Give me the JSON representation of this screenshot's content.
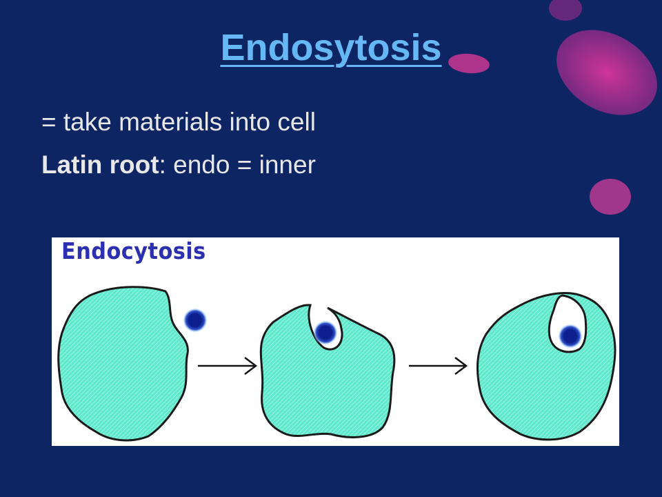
{
  "slide": {
    "title": "Endosytosis",
    "definition": "= take materials into cell",
    "root_label": "Latin root",
    "root_text": ": endo = inner"
  },
  "figure": {
    "title": "Endocytosis"
  },
  "colors": {
    "background": "#0d2563",
    "title": "#66b8f5",
    "text": "#e8e8e8",
    "cell_fill": "#5ee8cc",
    "particle": "#0d1f8c",
    "figure_title": "#2b2fb0"
  }
}
